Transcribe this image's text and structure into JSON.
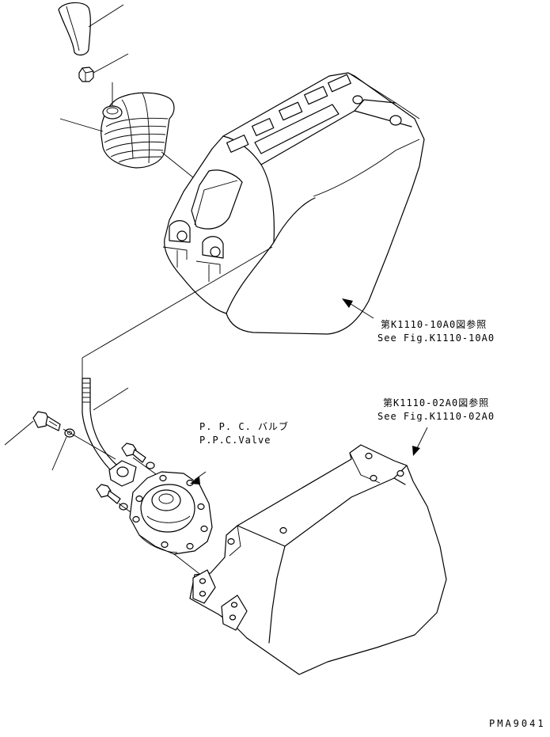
{
  "callouts": {
    "console_ref": {
      "ja": "第K1110-10A0図参照",
      "en": "See Fig.K1110-10A0"
    },
    "bracket_ref": {
      "ja": "第K1110-02A0図参照",
      "en": "See Fig.K1110-02A0"
    },
    "valve": {
      "ja": "P. P. C. バルブ",
      "en": "P.P.C.Valve"
    }
  },
  "drawing_code": "PMA9041"
}
